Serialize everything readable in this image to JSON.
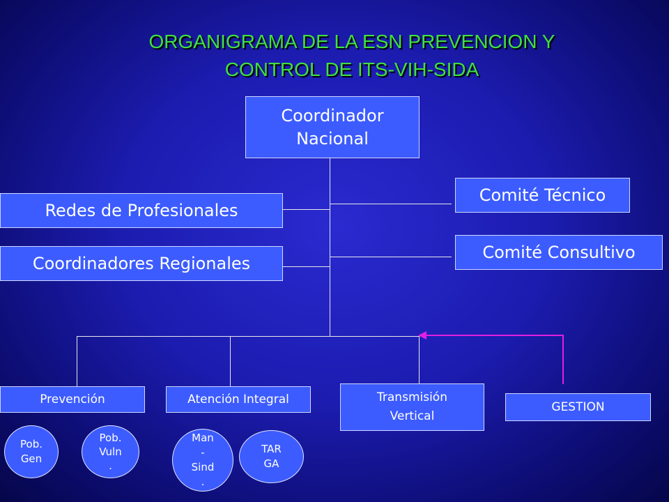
{
  "title": {
    "line1": "ORGANIGRAMA  DE LA ESN PREVENCION Y",
    "line2": "CONTROL DE ITS-VIH-SIDA"
  },
  "nodes": {
    "coordinador": {
      "line1": "Coordinador",
      "line2": "Nacional"
    },
    "redes": "Redes de Profesionales",
    "coordinadores_regionales": "Coordinadores Regionales",
    "comite_tecnico": "Comité Técnico",
    "comite_consultivo": "Comité Consultivo",
    "prevencion": "Prevención",
    "atencion_integral": "Atención Integral",
    "transmision_vertical": {
      "line1": "Transmisión",
      "line2": "Vertical"
    },
    "gestion": "GESTION"
  },
  "subgroups": {
    "pob_gen": {
      "line1": "Pob.",
      "line2": "Gen"
    },
    "pob_vuln": {
      "line1": "Pob.",
      "line2": "Vuln",
      "line3": "."
    },
    "man_sind": {
      "line1": "Man",
      "line2": "-",
      "line3": "Sind",
      "line4": "."
    },
    "targa": {
      "line1": "TAR",
      "line2": "GA"
    }
  },
  "colors": {
    "title": "#40e040",
    "box_fill": "#3c5cff",
    "connector": "#e8e8e8",
    "feedback_arrow": "#e020e0"
  }
}
